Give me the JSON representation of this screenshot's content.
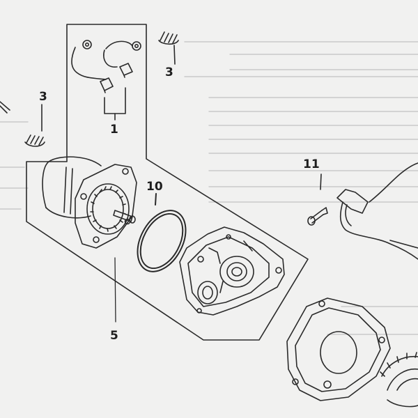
{
  "diagram": {
    "callouts": [
      {
        "id": "part-1",
        "label": "1"
      },
      {
        "id": "part-3-top",
        "label": "3"
      },
      {
        "id": "part-3-left",
        "label": "3"
      },
      {
        "id": "part-5",
        "label": "5"
      },
      {
        "id": "part-10",
        "label": "10"
      },
      {
        "id": "part-11",
        "label": "11"
      }
    ]
  },
  "colors": {
    "ink": "#2a2a2a",
    "paper": "#f1f1f0"
  }
}
